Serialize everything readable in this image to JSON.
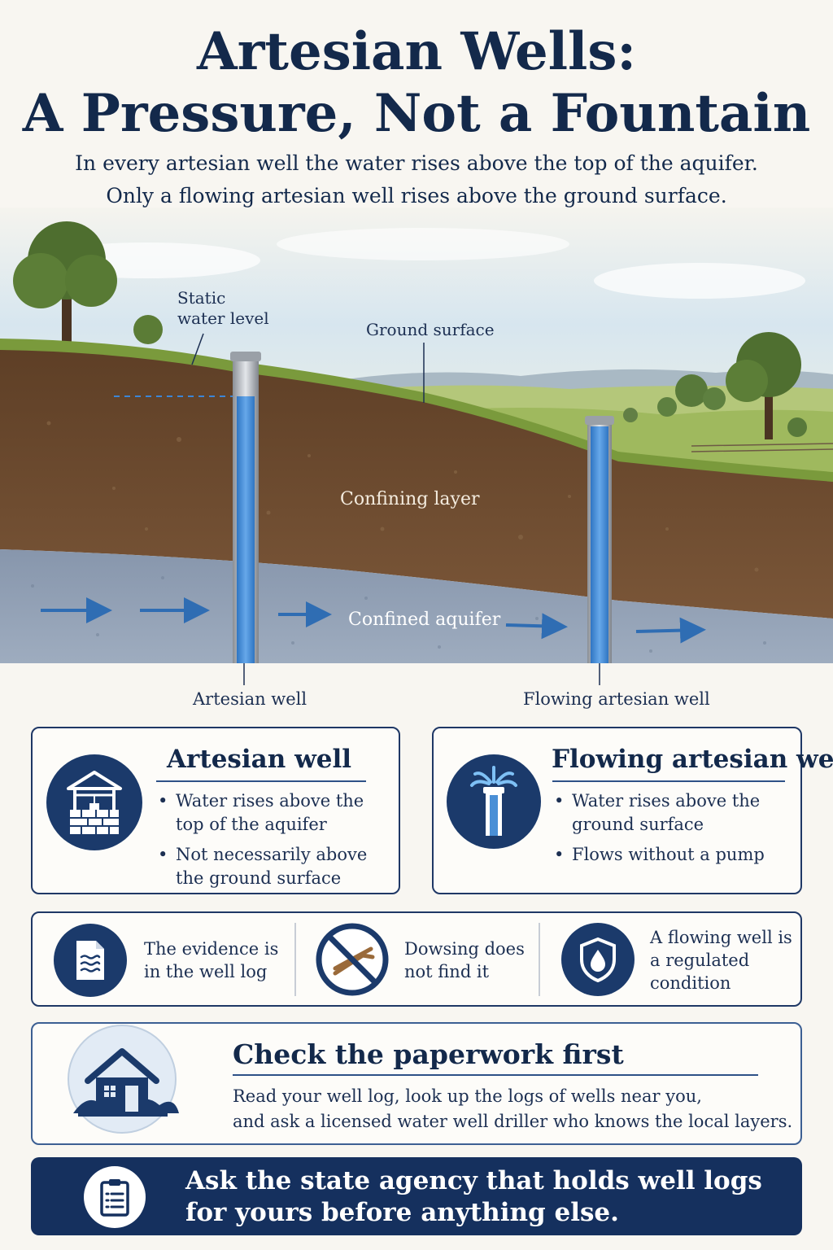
{
  "header": {
    "title_line1": "Artesian Wells:",
    "title_line2": "A Pressure, Not a Fountain",
    "subtitle_line1": "In every artesian well the water rises above the top of the aquifer.",
    "subtitle_line2": "Only a flowing artesian well rises above the ground surface."
  },
  "diagram": {
    "labels": {
      "static_water_level_line1": "Static",
      "static_water_level_line2": "water level",
      "ground_surface": "Ground surface",
      "confining_layer": "Confining layer",
      "confined_aquifer": "Confined aquifer",
      "artesian_well": "Artesian well",
      "flowing_artesian_well": "Flowing artesian well"
    },
    "colors": {
      "sky": "#dce8f0",
      "grass": "#7a9a3c",
      "soil": "#6b4a30",
      "aquifer": "#8ea0b8",
      "water": "#4a8fd6",
      "arrow": "#2f6db3"
    }
  },
  "cards": {
    "artesian": {
      "title": "Artesian well",
      "icon": "wishing-well-icon",
      "bullets": [
        "Water rises above the top of the aquifer",
        "Not necessarily above the ground surface"
      ]
    },
    "flowing": {
      "title": "Flowing artesian well",
      "icon": "fountain-pipe-icon",
      "bullets": [
        "Water rises above the ground surface",
        "Flows without a pump"
      ]
    }
  },
  "facts": [
    {
      "icon": "document-icon",
      "text_line1": "The evidence is",
      "text_line2": "in the well log"
    },
    {
      "icon": "no-dowsing-icon",
      "text_line1": "Dowsing does",
      "text_line2": "not find it"
    },
    {
      "icon": "shield-drop-icon",
      "text_line1": "A flowing well is",
      "text_line2": "a regulated",
      "text_line3": "condition"
    }
  ],
  "paperwork": {
    "icon": "house-icon",
    "title": "Check the paperwork first",
    "body_line1": "Read your well log, look up the logs of wells near you,",
    "body_line2": "and ask a licensed water well driller who knows the local layers."
  },
  "banner": {
    "icon": "clipboard-icon",
    "text_line1": "Ask the state agency that holds well logs",
    "text_line2": "for yours before anything else."
  }
}
